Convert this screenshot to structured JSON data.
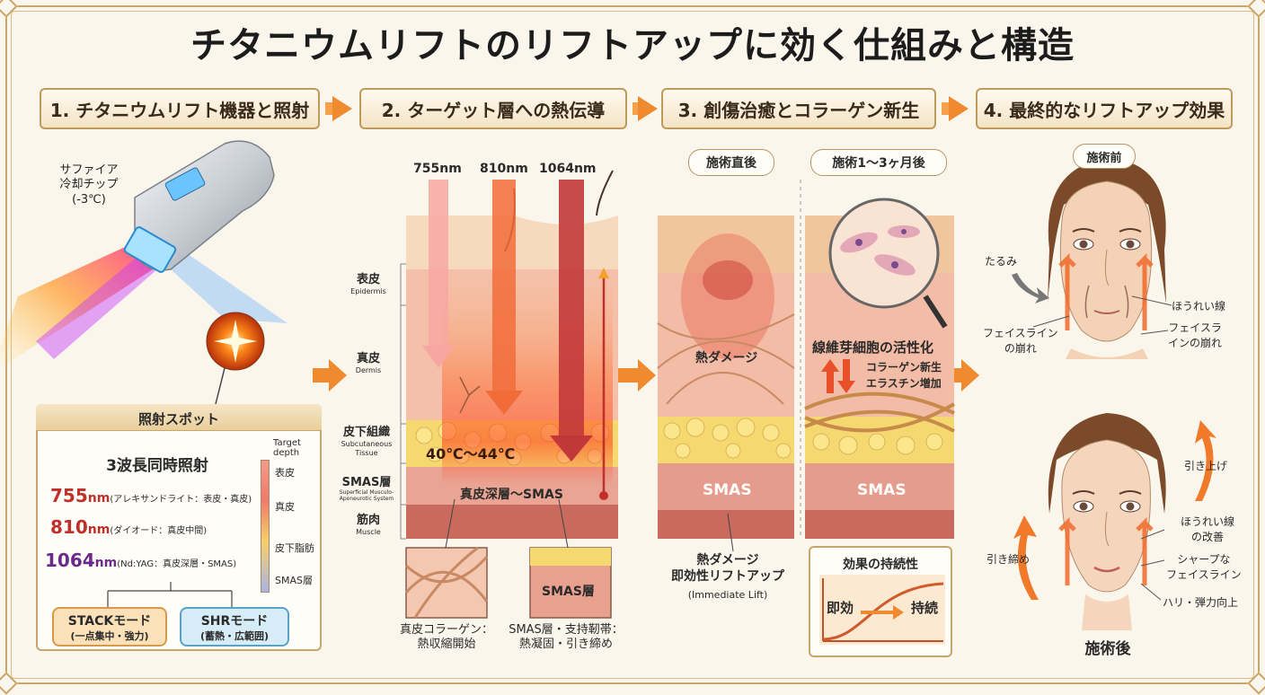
{
  "title": "チタニウムリフトのリフトアップに効く仕組みと構造",
  "steps": [
    {
      "label": "1. チタニウムリフト機器と照射"
    },
    {
      "label": "2. ターゲット層への熱伝導"
    },
    {
      "label": "3. 創傷治癒とコラーゲン新生"
    },
    {
      "label": "4. 最終的なリフトアップ効果"
    }
  ],
  "device": {
    "tip_label": "サファイア\n冷却チップ\n(-3℃)",
    "spot_box": {
      "header": "照射スポット",
      "subtitle": "3波長同時照射",
      "wavelengths": [
        {
          "nm": "755",
          "unit": "nm",
          "desc": "(アレキサンドライト：表皮・真皮)",
          "color": "#c0302a"
        },
        {
          "nm": "810",
          "unit": "nm",
          "desc": "(ダイオード：真皮中間)",
          "color": "#c0302a"
        },
        {
          "nm": "1064",
          "unit": "nm",
          "desc": "(Nd:YAG：真皮深層・SMAS)",
          "color": "#6a2a8a"
        }
      ],
      "depth_title": "Target\ndepth",
      "depth_levels": [
        "表皮",
        "真皮",
        "皮下脂肪",
        "SMAS層"
      ],
      "modes": [
        {
          "name": "STACKモード",
          "desc": "(一点集中・強力)"
        },
        {
          "name": "SHRモード",
          "desc": "(蓄熱・広範囲)"
        }
      ]
    }
  },
  "layers": [
    {
      "jp": "表皮",
      "en": "Epidermis"
    },
    {
      "jp": "真皮",
      "en": "Dermis"
    },
    {
      "jp": "皮下組織",
      "en": "Subcutaneous\nTissue"
    },
    {
      "jp": "SMAS層",
      "en": "Superficial Musculo-\nAponeurotic System"
    },
    {
      "jp": "筋肉",
      "en": "Muscle"
    }
  ],
  "thermal": {
    "wave_labels": [
      "755nm",
      "810nm",
      "1064nm"
    ],
    "temperature": "40℃～44℃",
    "target": "真皮深層～SMAS",
    "inset1": {
      "caption": "真皮コラーゲン：\n熱収縮開始"
    },
    "inset2": {
      "label": "SMAS層",
      "caption": "SMAS層・支持靭帯：\n熱凝固・引き締め"
    }
  },
  "healing": {
    "immediate_tag": "施術直後",
    "later_tag": "施術1～3ヶ月後",
    "heat_damage": "熱ダメージ",
    "smas1": "SMAS",
    "smas2": "SMAS",
    "fibro": "線維芽細胞の活性化",
    "collagen": "コラーゲン新生",
    "elastin": "エラスチン増加",
    "immediate_caption": "熱ダメージ\n即効性リフトアップ",
    "immediate_en": "(Immediate Lift)",
    "effect_box": {
      "title": "効果の持続性",
      "fast": "即効",
      "lasting": "持続"
    }
  },
  "result": {
    "before_tag": "施術前",
    "after_label": "施術後",
    "before_labels": [
      "たるみ",
      "ほうれい線",
      "フェイスライン\nの崩れ",
      "フェイスラ\nインの崩れ"
    ],
    "after_labels": [
      "引き上げ",
      "ほうれい線\nの改善",
      "引き締め",
      "シャープな\nフェイスライン",
      "ハリ・弾力向上"
    ]
  },
  "colors": {
    "accent": "#f08a2e",
    "gold": "#c9a66b",
    "skin": "#f6d7b8",
    "dermis": "#f2b9a4",
    "fat": "#f4d36a",
    "smas": "#e59a8c",
    "muscle": "#c9675d"
  }
}
